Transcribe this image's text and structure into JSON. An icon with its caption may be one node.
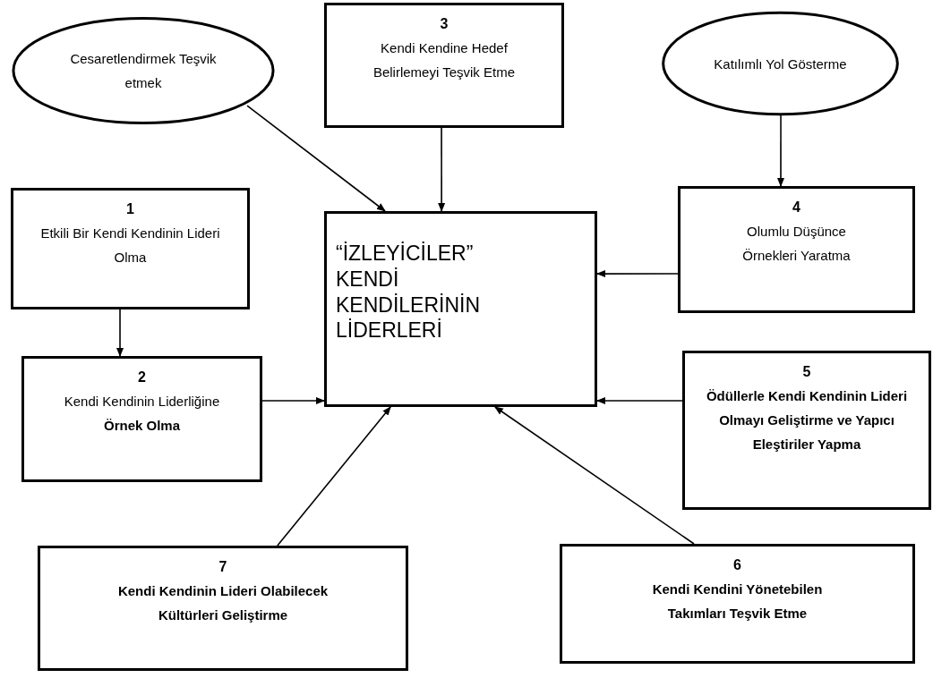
{
  "diagram": {
    "nodes": [
      {
        "text": [
          "Cesaretlendirmek Teşvik etmek"
        ]
      },
      {
        "text": [
          "3",
          "Kendi Kendine Hedef Belirlemeyi Teşvik Etme"
        ]
      },
      {
        "text": [
          "Katılımlı Yol Gösterme"
        ]
      },
      {
        "text": [
          "1",
          "Etkili Bir Kendi Kendinin Lideri Olma"
        ]
      },
      {
        "text": [
          "“İZLEYİCİLER” KENDİ KENDİLERİNİN LİDERLERİ"
        ]
      },
      {
        "text": [
          "4",
          "Olumlu Düşünce Örnekleri Yaratma"
        ]
      },
      {
        "text": [
          "2",
          "Kendi Kendinin Liderliğine **Örnek Olma**"
        ]
      },
      {
        "text": [
          "5",
          "Ödüllerle Kendi Kendinin Lideri Olmayı Geliştirme ve Yapıcı Eleştiriler Yapma"
        ]
      },
      {
        "text": [
          "7",
          "Kendi Kendinin Lideri Olabilecek Kültürleri Geliştirme"
        ]
      },
      {
        "text": [
          "6",
          "Kendi Kendini Yönetebilen Takımları Teşvik Etme"
        ]
      }
    ],
    "edges": [
      {
        "from": 0,
        "to": 4,
        "arrow": "to"
      },
      {
        "from": 1,
        "to": 4,
        "arrow": "to"
      },
      {
        "from": 2,
        "to": 5,
        "arrow": "to"
      },
      {
        "from": 3,
        "to": 6,
        "arrow": "to"
      },
      {
        "from": 5,
        "to": 4,
        "arrow": "to"
      },
      {
        "from": 6,
        "to": 4,
        "arrow": "to"
      },
      {
        "from": 7,
        "to": 4,
        "arrow": "to"
      },
      {
        "from": 8,
        "to": 4,
        "arrow": "to"
      },
      {
        "from": 9,
        "to": 4,
        "arrow": "to"
      }
    ]
  }
}
